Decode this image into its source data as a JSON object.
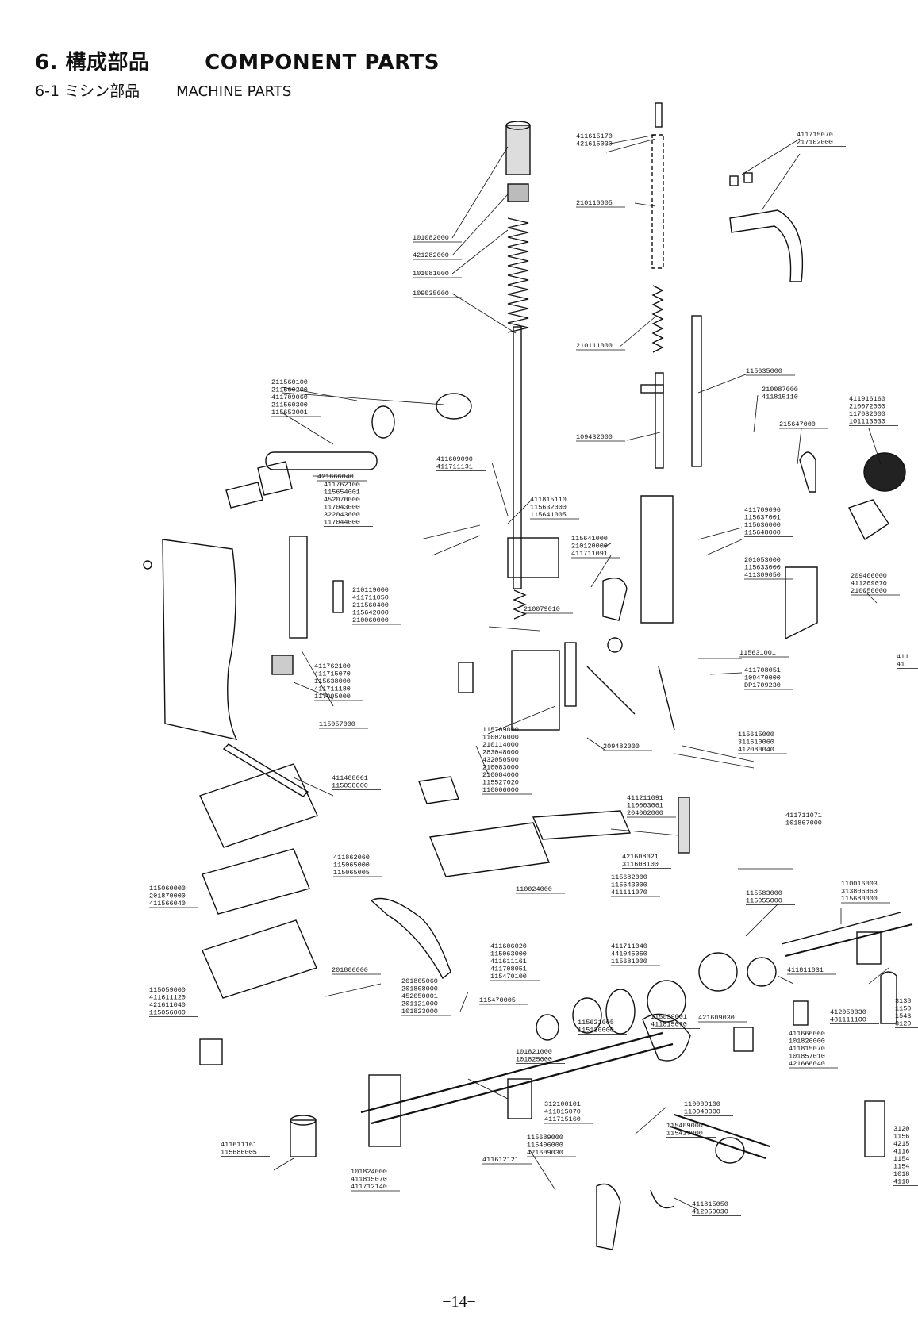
{
  "header": {
    "title_number": "6.",
    "title_jp": "構成部品",
    "title_en": "COMPONENT PARTS",
    "sub_number": "6-1",
    "sub_jp": "ミシン部品",
    "sub_en": "MACHINE PARTS"
  },
  "page_number": "−14−",
  "labels": [
    {
      "id": "l1",
      "lines": [
        "411615170",
        "421615030"
      ]
    },
    {
      "id": "l2",
      "lines": [
        "411715070",
        "217102000"
      ]
    },
    {
      "id": "l3",
      "lines": [
        "210110005"
      ]
    },
    {
      "id": "l4",
      "lines": [
        "101082000"
      ]
    },
    {
      "id": "l5",
      "lines": [
        "421282000"
      ]
    },
    {
      "id": "l6",
      "lines": [
        "101081000"
      ]
    },
    {
      "id": "l7",
      "lines": [
        "109035000"
      ]
    },
    {
      "id": "l8",
      "lines": [
        "210111000"
      ]
    },
    {
      "id": "l9",
      "lines": [
        "115635000"
      ]
    },
    {
      "id": "l10",
      "lines": [
        "210087000",
        "411815110"
      ]
    },
    {
      "id": "l11",
      "lines": [
        "411916160",
        "210072000",
        "117032000",
        "101113030"
      ]
    },
    {
      "id": "l12",
      "lines": [
        "215647000"
      ]
    },
    {
      "id": "l13",
      "lines": [
        "109432000"
      ]
    },
    {
      "id": "l14",
      "lines": [
        "211560100",
        "211560200",
        "411709060",
        "211560300",
        "115653001"
      ]
    },
    {
      "id": "l15",
      "lines": [
        "421666040"
      ]
    },
    {
      "id": "l16",
      "lines": [
        "411609090",
        "411711131"
      ]
    },
    {
      "id": "l17",
      "lines": [
        "411815110",
        "115632000",
        "115641005"
      ]
    },
    {
      "id": "l18",
      "lines": [
        "411762100",
        "115654001",
        "452070000",
        "117043000",
        "322043000",
        "117044000"
      ]
    },
    {
      "id": "l19",
      "lines": [
        "115641000",
        "210120000",
        "411711091"
      ]
    },
    {
      "id": "l20",
      "lines": [
        "411709096",
        "115637001",
        "115636000",
        "115648000"
      ]
    },
    {
      "id": "l21",
      "lines": [
        "201053000",
        "115633000",
        "411309050"
      ]
    },
    {
      "id": "l22",
      "lines": [
        "209406000",
        "411209070",
        "210050000"
      ]
    },
    {
      "id": "l23",
      "lines": [
        "210119000",
        "411711050",
        "211560400",
        "115642000",
        "210060000"
      ]
    },
    {
      "id": "l24",
      "lines": [
        "210079010"
      ]
    },
    {
      "id": "l25",
      "lines": [
        "115631001"
      ]
    },
    {
      "id": "l26",
      "lines": [
        "411708051",
        "109470000",
        "DP1709230"
      ]
    },
    {
      "id": "l27",
      "lines": [
        "411762100",
        "411715070",
        "115638000",
        "411711180",
        "117005000"
      ]
    },
    {
      "id": "l28",
      "lines": [
        "115057000"
      ]
    },
    {
      "id": "l29",
      "lines": [
        "115709000",
        "110026000",
        "210114000",
        "283048000",
        "432050500",
        "210083000",
        "210084000",
        "115527020",
        "110006000"
      ]
    },
    {
      "id": "l30",
      "lines": [
        "209482000"
      ]
    },
    {
      "id": "l31",
      "lines": [
        "115615000",
        "311610060",
        "412080040"
      ]
    },
    {
      "id": "l32",
      "lines": [
        "411408061",
        "115058000"
      ]
    },
    {
      "id": "l33",
      "lines": [
        "411211091",
        "110003061",
        "204002000"
      ]
    },
    {
      "id": "l34",
      "lines": [
        "411711071",
        "101867000"
      ]
    },
    {
      "id": "l35",
      "lines": [
        "421608021",
        "311608100"
      ]
    },
    {
      "id": "l36",
      "lines": [
        "411862060",
        "115065000",
        "115065005"
      ]
    },
    {
      "id": "l37",
      "lines": [
        "115682000",
        "115643000",
        "411111070"
      ]
    },
    {
      "id": "l38",
      "lines": [
        "110024000"
      ]
    },
    {
      "id": "l39",
      "lines": [
        "115583000",
        "115055000"
      ]
    },
    {
      "id": "l40",
      "lines": [
        "110016003",
        "313806060",
        "115680000"
      ]
    },
    {
      "id": "l41",
      "lines": [
        "115060000",
        "201870000",
        "411566040"
      ]
    },
    {
      "id": "l42",
      "lines": [
        "411606020",
        "115063000",
        "411611161",
        "411708051",
        "115470100"
      ]
    },
    {
      "id": "l43",
      "lines": [
        "411711040",
        "441045050",
        "115681000"
      ]
    },
    {
      "id": "l44",
      "lines": [
        "411811031"
      ]
    },
    {
      "id": "l45",
      "lines": [
        "201806000"
      ]
    },
    {
      "id": "l46",
      "lines": [
        "201805060",
        "201808000",
        "452050001",
        "201121000",
        "101823000"
      ]
    },
    {
      "id": "l47",
      "lines": [
        "115470005"
      ]
    },
    {
      "id": "l48",
      "lines": [
        "115039001",
        "411815070"
      ]
    },
    {
      "id": "l49",
      "lines": [
        "421609030"
      ]
    },
    {
      "id": "l50",
      "lines": [
        "115621005",
        "115120000"
      ]
    },
    {
      "id": "l51",
      "lines": [
        "115059000",
        "411611120",
        "421611040",
        "115056000"
      ]
    },
    {
      "id": "l52",
      "lines": [
        "412050030",
        "481111100"
      ]
    },
    {
      "id": "l53",
      "lines": [
        "411666060",
        "101826000",
        "411815070",
        "101857010",
        "421666040"
      ]
    },
    {
      "id": "l54",
      "lines": [
        "101821000",
        "101825000"
      ]
    },
    {
      "id": "l55",
      "lines": [
        "312100101",
        "411815070",
        "411715160"
      ]
    },
    {
      "id": "l56",
      "lines": [
        "110009100",
        "110040000"
      ]
    },
    {
      "id": "l57",
      "lines": [
        "115409000",
        "115413000"
      ]
    },
    {
      "id": "l58",
      "lines": [
        "411611161",
        "115686005"
      ]
    },
    {
      "id": "l59",
      "lines": [
        "115689000",
        "115406000",
        "421609030"
      ]
    },
    {
      "id": "l60",
      "lines": [
        "411612121"
      ]
    },
    {
      "id": "l61",
      "lines": [
        "101824000",
        "411815070",
        "411712140"
      ]
    },
    {
      "id": "l62",
      "lines": [
        "411815050",
        "412050030"
      ]
    },
    {
      "id": "l63",
      "lines": [
        "3138",
        "1150",
        "1543",
        "3120"
      ]
    },
    {
      "id": "l64",
      "lines": [
        "3120",
        "1156",
        "4215",
        "4116",
        "1154",
        "1154",
        "1018",
        "4118"
      ]
    },
    {
      "id": "l65",
      "lines": [
        "411",
        "41"
      ]
    }
  ]
}
